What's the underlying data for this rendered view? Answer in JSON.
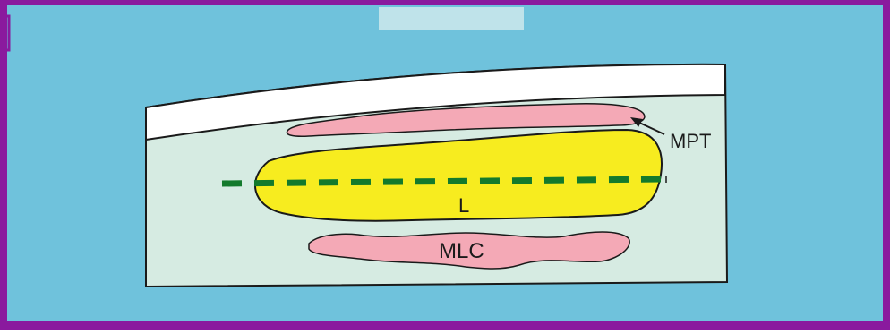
{
  "diagram": {
    "labels": {
      "mpt": "MPT",
      "l": "L",
      "mlc": "MLC"
    },
    "colors": {
      "border": "#8a1a9e",
      "background": "#6fc2dc",
      "top_tab": "#bfe3ea",
      "tissue": "#d6ebe2",
      "outer_layer": "#ffffff",
      "yellow_structure": "#f7ec1f",
      "pink_structure": "#f4a9b6",
      "dashed_line": "#137a2c",
      "outline": "#1a1a1a"
    }
  }
}
